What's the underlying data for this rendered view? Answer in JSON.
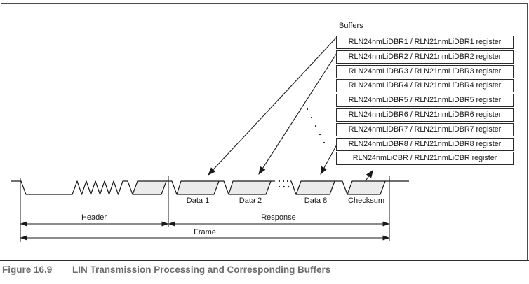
{
  "figure": {
    "number": "Figure 16.9",
    "title": "LIN Transmission Processing and Corresponding Buffers"
  },
  "buffers": {
    "label": "Buffers",
    "registers": [
      "RLN24nmLiDBR1 / RLN21nmLiDBR1 register",
      "RLN24nmLiDBR2 / RLN21nmLiDBR2 register",
      "RLN24nmLiDBR3 / RLN21nmLiDBR3 register",
      "RLN24nmLiDBR4 / RLN21nmLiDBR4 register",
      "RLN24nmLiDBR5 / RLN21nmLiDBR5 register",
      "RLN24nmLiDBR6 / RLN21nmLiDBR6 register",
      "RLN24nmLiDBR7 / RLN21nmLiDBR7 register",
      "RLN24nmLiDBR8 / RLN21nmLiDBR8 register",
      "RLN24nmLiCBR / RLN21nmLiCBR register"
    ]
  },
  "waveform": {
    "field_labels": {
      "data1": "Data 1",
      "data2": "Data 2",
      "data8": "Data 8",
      "checksum": "Checksum"
    }
  },
  "dimensions": {
    "header": "Header",
    "response": "Response",
    "frame": "Frame"
  },
  "colors": {
    "diagram_line": "#1a1a1a",
    "field_fill": "#ebebeb",
    "caption_text": "#6d6d6d"
  }
}
